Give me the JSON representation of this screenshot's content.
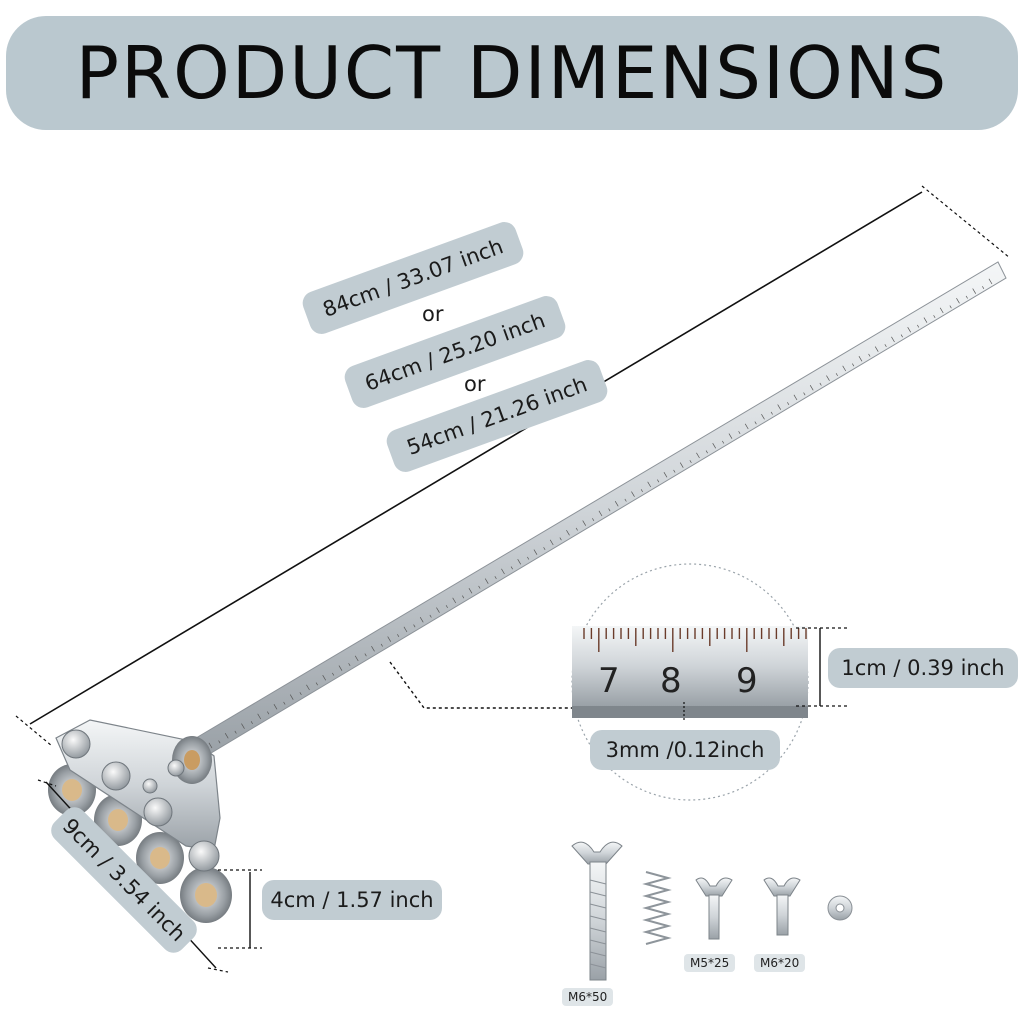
{
  "banner": {
    "title": "PRODUCT DIMENSIONS"
  },
  "lengths": {
    "option_1": "84cm / 33.07 inch",
    "or_1": "or",
    "option_2": "64cm / 25.20 inch",
    "or_2": "or",
    "option_3": "54cm / 21.26 inch"
  },
  "detail": {
    "width": "1cm / 0.39 inch",
    "thickness": "3mm /0.12inch",
    "scale_numbers": [
      "7",
      "8",
      "9"
    ]
  },
  "base": {
    "width": "9cm / 3.54 inch",
    "height": "4cm / 1.57 inch"
  },
  "hardware": {
    "long_bolt": "M6*50",
    "wing_screw_small": "M5*25",
    "wing_screw_medium": "M6*20"
  },
  "colors": {
    "banner_bg": "#bac8cf",
    "pill_bg": "#c1ccd2",
    "metal": "#c9ced3"
  }
}
